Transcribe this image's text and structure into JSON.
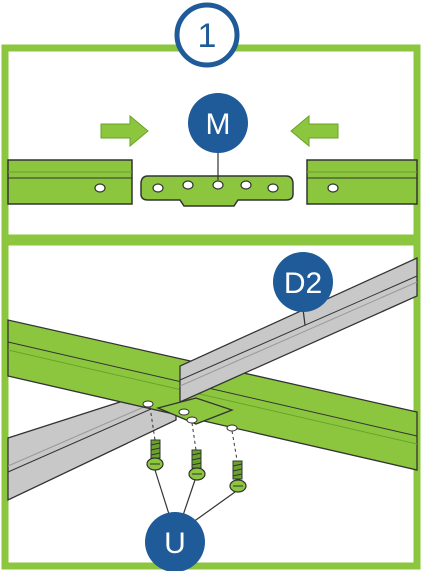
{
  "step": {
    "number": "1"
  },
  "parts": {
    "connector": {
      "label": "M"
    },
    "crossbar": {
      "label": "D2"
    },
    "screws": {
      "label": "U"
    }
  },
  "colors": {
    "frame_green": "#8cc63f",
    "bar_green": "#8cc63f",
    "bar_dark_green": "#6aa32a",
    "bar_grey": "#c8c8c8",
    "badge_blue": "#1f5b99",
    "outline": "#333333",
    "arrow_green": "#8cc63f"
  },
  "icons": {
    "arrow_left": "arrow-right-icon",
    "arrow_right": "arrow-left-icon",
    "screw": "screw-icon"
  }
}
